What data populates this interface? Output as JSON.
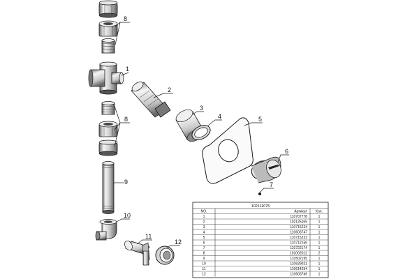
{
  "callouts": [
    "1",
    "2",
    "3",
    "4",
    "5",
    "6",
    "7",
    "8",
    "8",
    "9",
    "10",
    "11",
    "12"
  ],
  "parts_table": {
    "title": "102111075",
    "headers": [
      "NO.",
      "Артикул",
      "Кол."
    ],
    "rows": [
      [
        "1",
        "110707778",
        "1"
      ],
      [
        "2",
        "102125165",
        "1"
      ],
      [
        "3",
        "110715224",
        "1"
      ],
      [
        "4",
        "110603747",
        "1"
      ],
      [
        "5",
        "110715223",
        "1"
      ],
      [
        "6",
        "110712156",
        "1"
      ],
      [
        "7",
        "110722174",
        "1"
      ],
      [
        "8",
        "101002012",
        "2"
      ],
      [
        "9",
        "110502195",
        "1"
      ],
      [
        "10",
        "110629021",
        "1"
      ],
      [
        "11",
        "110614254",
        "1"
      ],
      [
        "12",
        "110603749",
        "1"
      ]
    ]
  },
  "colors": {
    "line": "#1a1a1a",
    "metal_light": "#f2f2f2",
    "metal_mid": "#b8b8b8",
    "metal_dark": "#555555",
    "background": "#ffffff"
  }
}
